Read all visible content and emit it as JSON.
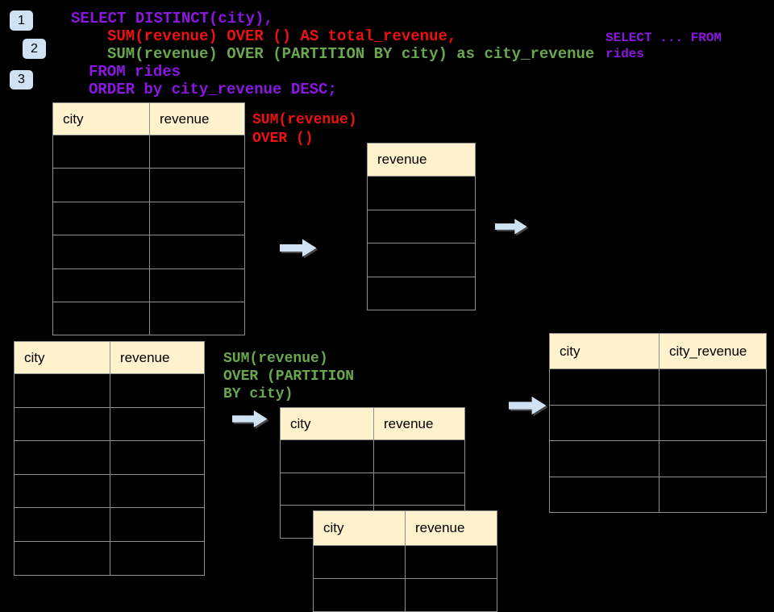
{
  "colors": {
    "background": "#000000",
    "purple": "#8b17e0",
    "red": "#ee1111",
    "green": "#6aa84f",
    "header_fill": "#fff2cc",
    "border": "#8f8f8f",
    "badge_fill": "#cfe2f3",
    "arrow_fill": "#cfe2f3"
  },
  "badges": [
    {
      "label": "1"
    },
    {
      "label": "2"
    },
    {
      "label": "3"
    }
  ],
  "sql_code": {
    "lines": [
      {
        "text": "SELECT DISTINCT(city),",
        "color": "purple"
      },
      {
        "text": "SUM(revenue) OVER () AS total_revenue,",
        "color": "red"
      },
      {
        "text": "SUM(revenue) OVER (PARTITION BY city) as city_revenue",
        "color": "green"
      },
      {
        "text": "FROM rides",
        "color": "purple"
      },
      {
        "text": "ORDER by city_revenue DESC;",
        "color": "purple"
      }
    ]
  },
  "side_code": {
    "line1": "SELECT ... FROM",
    "line2": "rides"
  },
  "labels": {
    "total": {
      "lines": [
        "SUM(revenue)",
        "OVER ()"
      ],
      "color": "red"
    },
    "partition": {
      "lines": [
        "SUM(revenue)",
        "OVER (PARTITION",
        "BY city)"
      ],
      "color": "green"
    }
  },
  "tables": {
    "source_top": {
      "headers": [
        "city",
        "revenue"
      ],
      "rows": 6
    },
    "total_revenue": {
      "headers": [
        "revenue"
      ],
      "rows": 4
    },
    "source_bottom": {
      "headers": [
        "city",
        "revenue"
      ],
      "rows": 6
    },
    "partition_mid": {
      "headers": [
        "city",
        "revenue"
      ],
      "rows": 3
    },
    "partition_overlap": {
      "headers": [
        "city",
        "revenue"
      ],
      "rows": 2
    },
    "city_revenue_result": {
      "headers": [
        "city",
        "city_revenue"
      ],
      "rows": 4
    }
  },
  "icons": {
    "arrow": "right-arrow"
  }
}
